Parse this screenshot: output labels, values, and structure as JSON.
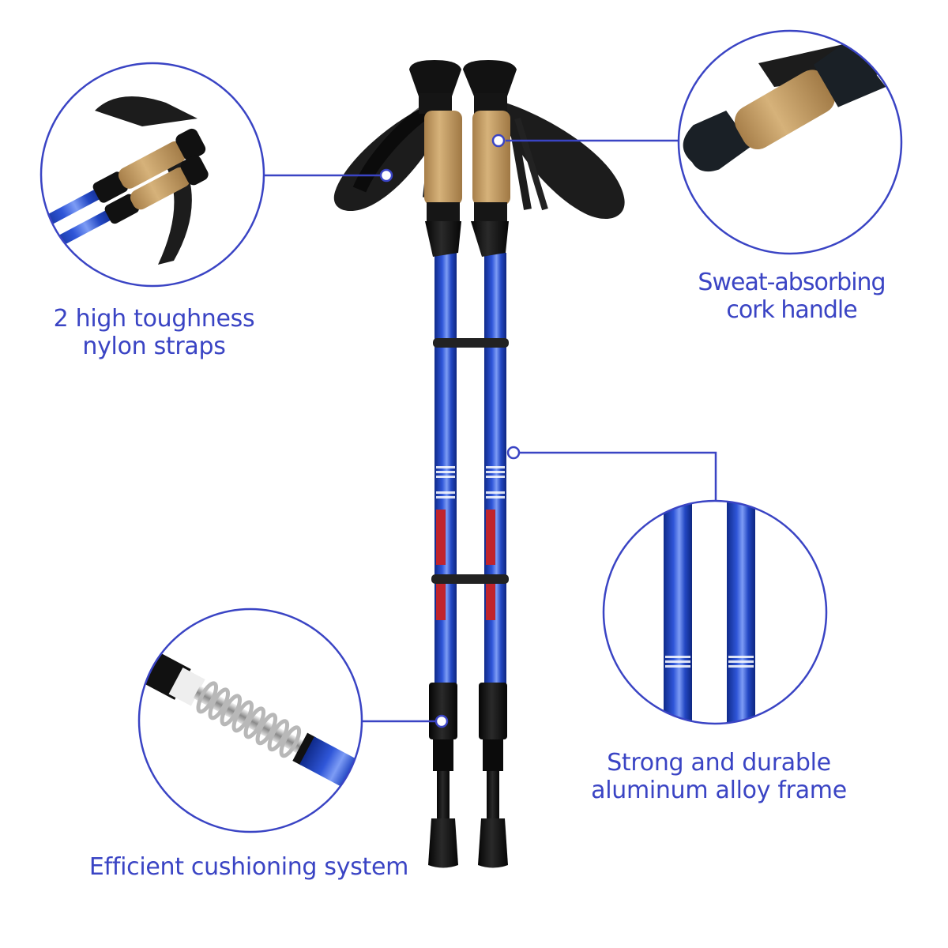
{
  "colors": {
    "accent": "#3a44c4",
    "pole_blue": "#1f3fb5",
    "cork": "#c9a36b",
    "rubber": "#141414",
    "strap": "#1c1c1c",
    "background": "#ffffff"
  },
  "callouts": [
    {
      "id": "straps",
      "lines": [
        "2 high toughness",
        "nylon straps"
      ],
      "detail_image": "strap-handle-closeup"
    },
    {
      "id": "cork",
      "lines": [
        "Sweat-absorbing",
        "cork handle"
      ],
      "detail_image": "cork-grip-closeup"
    },
    {
      "id": "frame",
      "lines": [
        "Strong and durable",
        "aluminum alloy frame"
      ],
      "detail_image": "aluminum-shaft-closeup"
    },
    {
      "id": "cushion",
      "lines": [
        "Efficient cushioning system"
      ],
      "detail_image": "spring-closeup"
    }
  ],
  "product": {
    "name": "trekking-poles-pair",
    "count": 2
  }
}
